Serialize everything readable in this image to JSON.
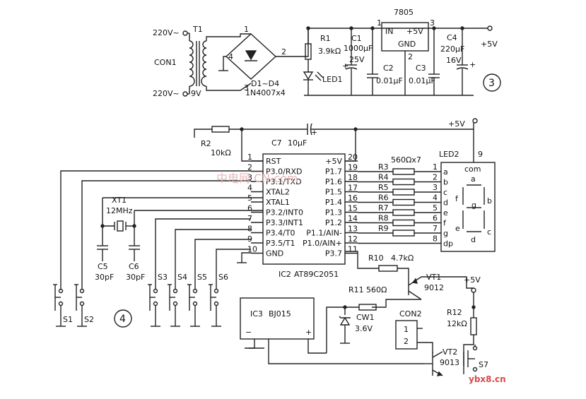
{
  "power": {
    "ac_top": "220V~",
    "ac_bottom": "220V~",
    "connector": "CON1",
    "transformer": "T1",
    "secondary": "9V",
    "bridge_pins": [
      "1",
      "2",
      "3",
      "4"
    ],
    "diodes": "D1~D4",
    "diode_part": "1N4007x4",
    "r1_name": "R1",
    "r1_value": "3.9kΩ",
    "led1": "LED1",
    "c1_name": "C1",
    "c1_value": "1000μF",
    "c1_voltage": "25V",
    "c2_name": "C2",
    "c2_value": "0.01μF",
    "reg_name": "7805",
    "reg_in": "IN",
    "reg_out": "+5V",
    "reg_gnd": "GND",
    "reg_pin1": "1",
    "reg_pin2": "2",
    "reg_pin3": "3",
    "c3_name": "C3",
    "c3_value": "0.01μF",
    "c4_name": "C4",
    "c4_value": "220μF",
    "c4_voltage": "16V",
    "out_label": "+5V",
    "section": "3"
  },
  "mcu": {
    "r2_name": "R2",
    "r2_value": "10kΩ",
    "c7_name": "C7",
    "c7_value": "10μF",
    "vcc_label": "+5V",
    "name": "IC2",
    "part": "AT89C2051",
    "left_pins": [
      {
        "num": "1",
        "label": "RST"
      },
      {
        "num": "2",
        "label": "P3.0/RXD"
      },
      {
        "num": "3",
        "label": "P3.1/TXD"
      },
      {
        "num": "4",
        "label": "XTAL2"
      },
      {
        "num": "5",
        "label": "XTAL1"
      },
      {
        "num": "6",
        "label": "P3.2/INT0"
      },
      {
        "num": "7",
        "label": "P3.3/INT1"
      },
      {
        "num": "8",
        "label": "P3.4/T0"
      },
      {
        "num": "9",
        "label": "P3.5/T1"
      },
      {
        "num": "10",
        "label": "GND"
      }
    ],
    "right_pins": [
      {
        "num": "20",
        "label": "+5V"
      },
      {
        "num": "19",
        "label": "P1.7"
      },
      {
        "num": "18",
        "label": "P1.6"
      },
      {
        "num": "17",
        "label": "P1.5"
      },
      {
        "num": "16",
        "label": "P1.4"
      },
      {
        "num": "15",
        "label": "P1.3"
      },
      {
        "num": "14",
        "label": "P1.2"
      },
      {
        "num": "13",
        "label": "P1.1/AIN-"
      },
      {
        "num": "12",
        "label": "P1.0/AIN+"
      },
      {
        "num": "11",
        "label": "P3.7"
      }
    ],
    "xt1_name": "XT1",
    "xt1_freq": "12MHz",
    "c5_name": "C5",
    "c5_value": "30pF",
    "c6_name": "C6",
    "c6_value": "30pF"
  },
  "display": {
    "res_value": "560Ωx7",
    "resistors": [
      "R3",
      "R4",
      "R5",
      "R6",
      "R7",
      "R8",
      "R9"
    ],
    "pin_nums": [
      "1",
      "2",
      "3",
      "4",
      "5",
      "6",
      "7",
      "8"
    ],
    "segments": [
      "a",
      "b",
      "c",
      "d",
      "e",
      "f",
      "g",
      "dp"
    ],
    "name": "LED2",
    "com_pin": "9",
    "com_label": "com",
    "seg_a": "a",
    "seg_b": "b",
    "seg_c": "c",
    "seg_d": "d",
    "seg_e": "e",
    "seg_f": "f",
    "seg_g": "g"
  },
  "switches": [
    "S1",
    "S2",
    "S3",
    "S4",
    "S5",
    "S6"
  ],
  "section_4": "4",
  "output": {
    "r10_name": "R10",
    "r10_value": "4.7kΩ",
    "vt1_name": "VT1",
    "vt1_part": "9012",
    "vcc_label": "+5V",
    "r11_name": "R11",
    "r11_value": "560Ω",
    "cw1_name": "CW1",
    "cw1_value": "3.6V",
    "ic3_name": "IC3",
    "ic3_part": "BJ015",
    "ic3_minus": "−",
    "ic3_plus": "+",
    "con2": "CON2",
    "con2_pin1": "1",
    "con2_pin2": "2",
    "r12_name": "R12",
    "r12_value": "12kΩ",
    "vt2_name": "VT2",
    "vt2_part": "9013",
    "s7": "S7"
  },
  "watermark": {
    "site": "ybx8.cn",
    "faint": "中电网 CN.com"
  }
}
